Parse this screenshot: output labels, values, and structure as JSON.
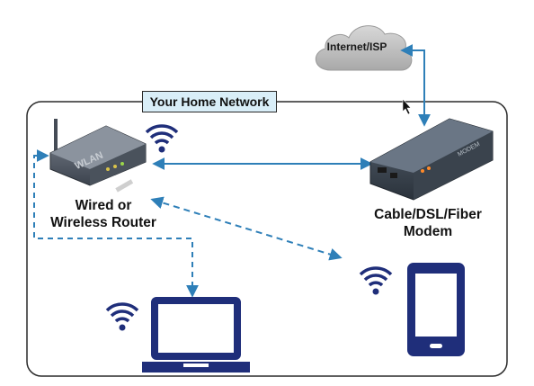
{
  "network_label": "Your Home Network",
  "cloud_label": "Internet/ISP",
  "router_label_line1": "Wired or",
  "router_label_line2": "Wireless Router",
  "modem_label_line1": "Cable/DSL/Fiber",
  "modem_label_line2": "Modem",
  "router_brand": "WLAN",
  "modem_brand": "MODEM",
  "colors": {
    "link_blue": "#2e7fb8",
    "device_navy": "#1f2e7a",
    "frame": "#2a2a2a",
    "label_bg": "#d9eef8",
    "cloud": "#c4c4c4"
  },
  "icons": [
    "cloud-icon",
    "router-icon",
    "modem-icon",
    "laptop-icon",
    "phone-icon",
    "wifi-icon",
    "cursor-icon"
  ]
}
